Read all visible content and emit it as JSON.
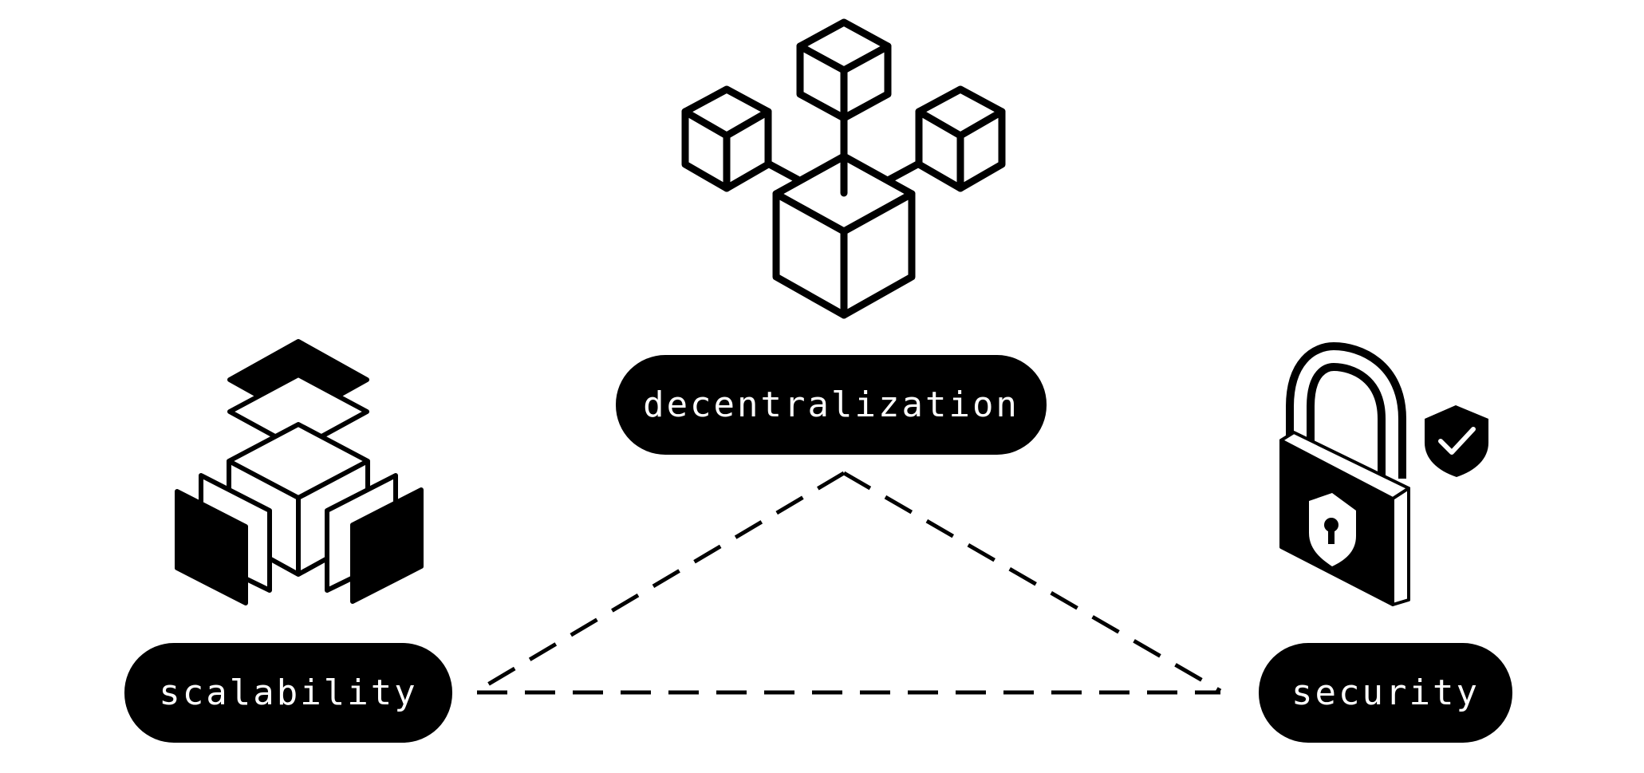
{
  "diagram": {
    "nodes": [
      {
        "id": "decentralization",
        "label": "decentralization",
        "icon": "network-cubes-icon"
      },
      {
        "id": "scalability",
        "label": "scalability",
        "icon": "layered-cubes-icon"
      },
      {
        "id": "security",
        "label": "security",
        "icon": "padlock-shield-icon"
      }
    ],
    "edges": [
      {
        "from": "decentralization",
        "to": "scalability",
        "style": "dashed"
      },
      {
        "from": "decentralization",
        "to": "security",
        "style": "dashed"
      },
      {
        "from": "scalability",
        "to": "security",
        "style": "dashed"
      }
    ],
    "colors": {
      "foreground": "#000000",
      "background": "#ffffff",
      "label_text": "#ffffff"
    }
  }
}
